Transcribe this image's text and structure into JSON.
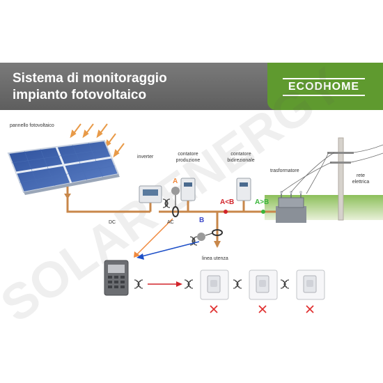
{
  "header": {
    "title_line1": "Sistema di monitoraggio",
    "title_line2": "impianto fotovoltaico",
    "logo": "ECODHOME"
  },
  "watermark": "SOLAR ENERGY",
  "labels": {
    "panel": "pannello fotovoltaico",
    "inverter": "inverter",
    "meter_production_line1": "contatore",
    "meter_production_line2": "produzione",
    "meter_bidirectional_line1": "contatore",
    "meter_bidirectional_line2": "bidirezionale",
    "transformer": "trasformatore",
    "grid_line1": "rete",
    "grid_line2": "elettrica",
    "dc": "DC",
    "ac": "AC",
    "user_line": "linea utenza"
  },
  "markers": {
    "a": "A",
    "b": "B",
    "a_to_b_1": "A<B",
    "a_to_b_2": "A>B"
  },
  "colors": {
    "header_gray": "#6e6e6e",
    "logo_green": "#5f9a2f",
    "cable": "#c8874a",
    "marker_a": "#f0883c",
    "marker_b": "#3a46c8",
    "flow_red": "#d2232a",
    "flow_green": "#3ab53a",
    "arrow_blue": "#1e50c8",
    "error_red": "#e03030"
  },
  "icons": [
    "sun-ray-icon",
    "wireless-signal-icon",
    "current-clamp-icon",
    "error-x-icon"
  ]
}
